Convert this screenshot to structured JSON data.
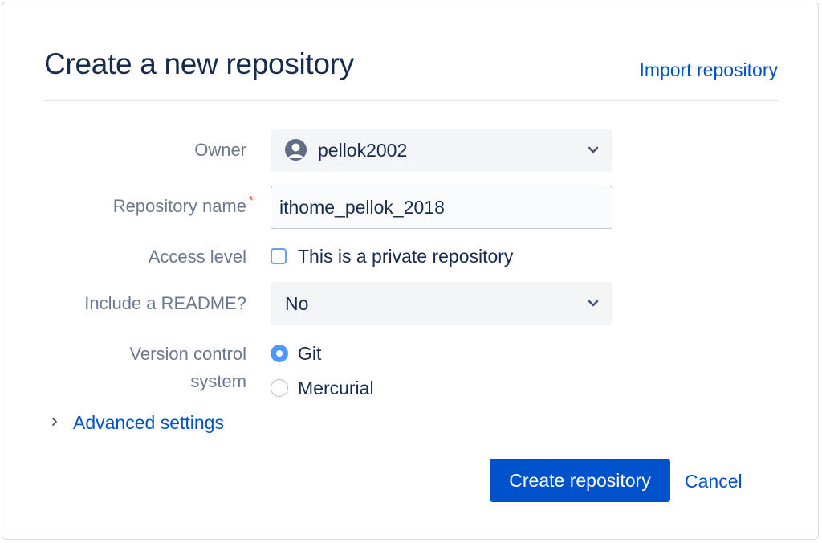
{
  "dialog": {
    "title": "Create a new repository",
    "import_link": "Import repository"
  },
  "form": {
    "owner": {
      "label": "Owner",
      "value": "pellok2002",
      "icon": "user-avatar-icon"
    },
    "repository_name": {
      "label": "Repository name",
      "required_marker": "*",
      "value": "ithome_pellok_2018"
    },
    "access_level": {
      "label": "Access level",
      "checkbox_label": "This is a private repository",
      "checked": false
    },
    "readme": {
      "label": "Include a README?",
      "value": "No"
    },
    "vcs": {
      "label_line1": "Version control",
      "label_line2": "system",
      "options": [
        {
          "label": "Git",
          "selected": true
        },
        {
          "label": "Mercurial",
          "selected": false
        }
      ]
    },
    "advanced_settings": "Advanced settings"
  },
  "actions": {
    "create_label": "Create repository",
    "cancel_label": "Cancel"
  },
  "colors": {
    "title": "#172b4d",
    "label": "#6b778c",
    "link": "#0052cc",
    "primary_button": "#0052cc",
    "required": "#de350b",
    "radio_selected": "#4c9aff",
    "select_background": "#f4f5f7"
  }
}
